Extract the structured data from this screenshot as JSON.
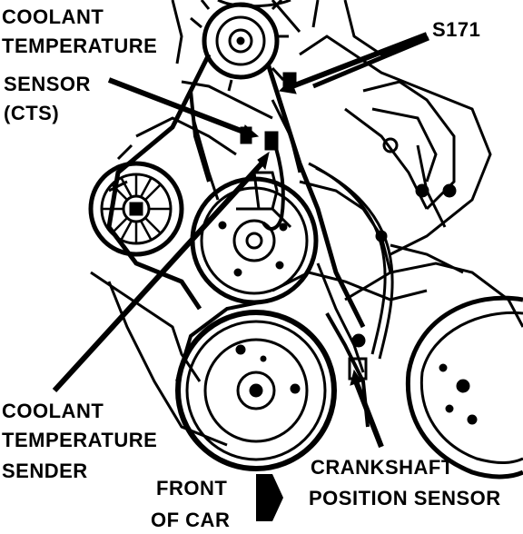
{
  "labels": {
    "coolant_temperature_sensor": [
      "COOLANT",
      "TEMPERATURE",
      "SENSOR",
      "(CTS)"
    ],
    "s171": "S171",
    "coolant_temperature_sender": [
      "COOLANT",
      "TEMPERATURE",
      "SENDER"
    ],
    "front_of_car": [
      "FRONT",
      "OF CAR"
    ],
    "crankshaft_position_sensor": [
      "CRANKSHAFT",
      "POSITION SENSOR"
    ]
  },
  "colors": {
    "ink": "#000000",
    "paper": "#ffffff"
  }
}
